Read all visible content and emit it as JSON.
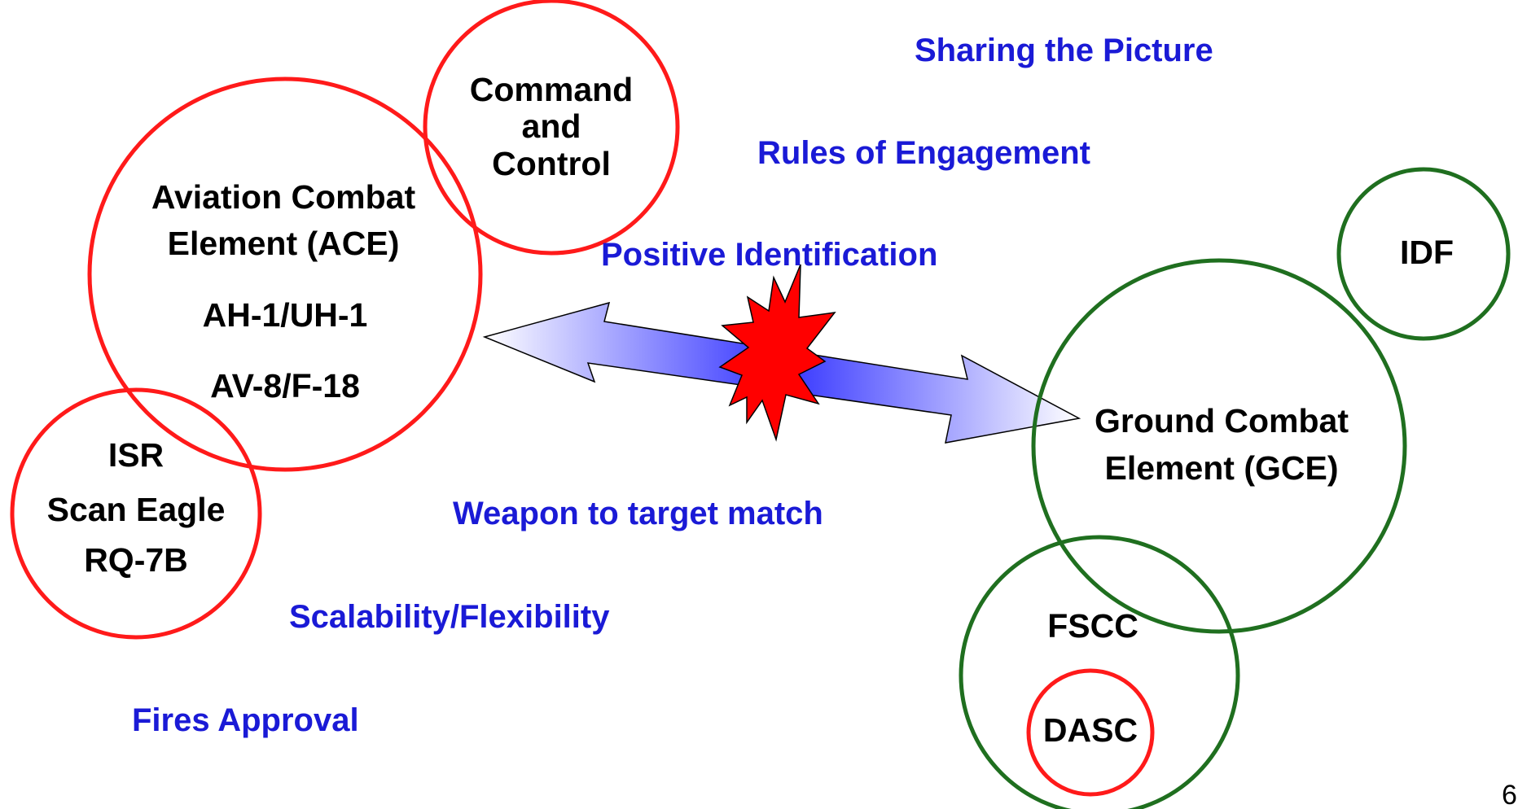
{
  "nodes": {
    "ace": {
      "line1": "Aviation Combat",
      "line2": "Element (ACE)",
      "line3": "AH-1/UH-1",
      "line4": "AV-8/F-18"
    },
    "c2": {
      "line1": "Command",
      "line2": "and",
      "line3": "Control"
    },
    "isr": {
      "line1": "ISR",
      "line2": "Scan Eagle",
      "line3": "RQ-7B"
    },
    "gce": {
      "line1": "Ground Combat",
      "line2": "Element (GCE)"
    },
    "idf": {
      "label": "IDF"
    },
    "fscc": {
      "label": "FSCC"
    },
    "dasc": {
      "label": "DASC"
    }
  },
  "themes": {
    "sharing": "Sharing the Picture",
    "roe": "Rules of Engagement",
    "pid": "Positive Identification",
    "weapon": "Weapon to target match",
    "scalability": "Scalability/Flexibility",
    "fires": "Fires Approval"
  },
  "page_number": "6",
  "colors": {
    "aviation_circles": "#ff1a1a",
    "ground_circles": "#1f6f1f",
    "theme_text": "#1a1ad6",
    "arrow_gradient_center": "#3333ff",
    "arrow_gradient_edge": "#ffffff",
    "burst_fill": "#ff0000"
  }
}
